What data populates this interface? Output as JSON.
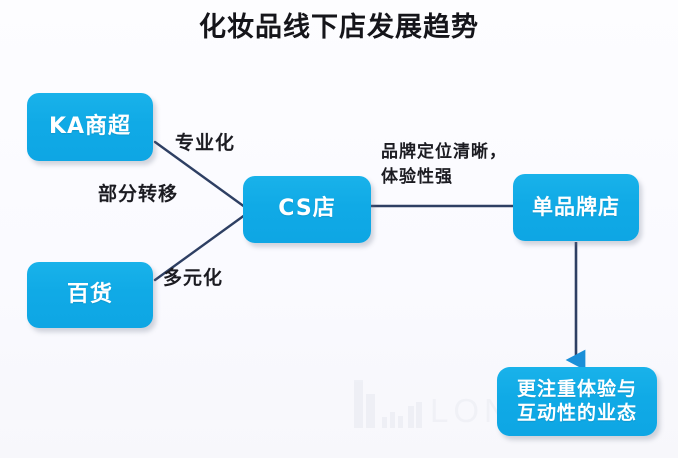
{
  "title": "化妆品线下店发展趋势",
  "background_color": "#fbfbfd",
  "accent_color": "#10aae6",
  "line_color": "#2e3f63",
  "nodes": {
    "ka": {
      "label": "KA商超"
    },
    "department": {
      "label": "百货"
    },
    "cs": {
      "label": "CS店"
    },
    "brand": {
      "label": "单品牌店"
    },
    "experience": {
      "line1": "更注重体验与",
      "line2": "互动性的业态"
    }
  },
  "edge_labels": {
    "professional": "专业化",
    "partial_transfer": "部分转移",
    "diversified": "多元化",
    "brand_positioning_line1": "品牌定位清晰，",
    "brand_positioning_line2": "体验性强"
  },
  "watermark": {
    "text": "LON"
  }
}
